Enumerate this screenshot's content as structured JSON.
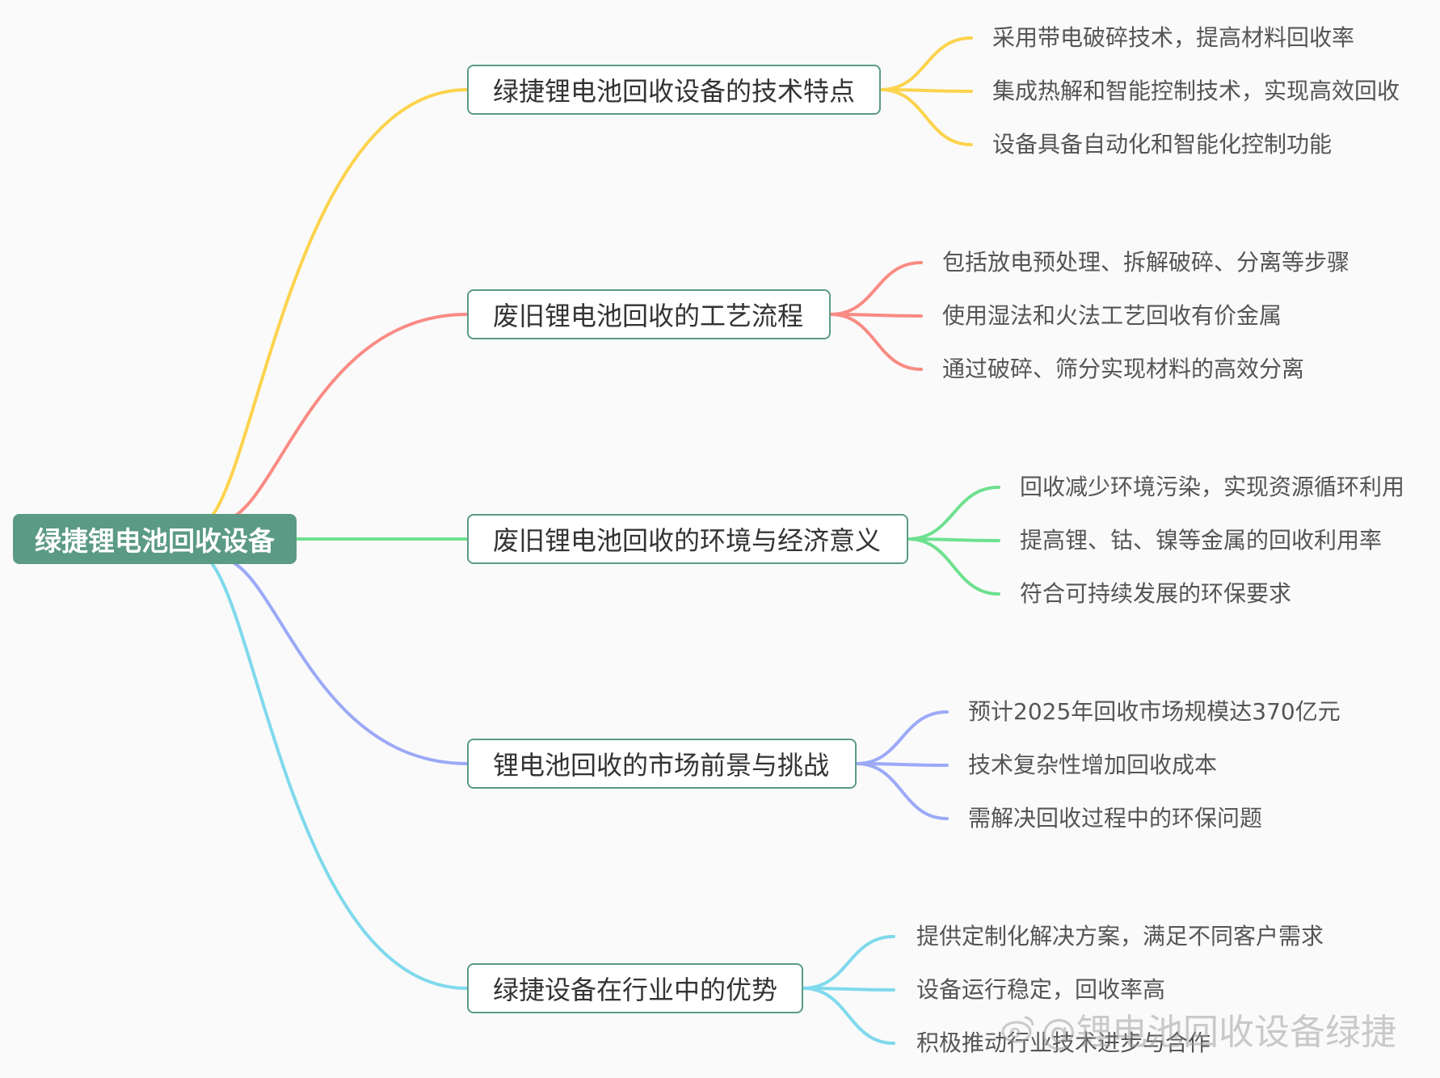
{
  "root": {
    "label": "绿捷锂电池回收设备"
  },
  "branches": [
    {
      "label": "绿捷锂电池回收设备的技术特点",
      "color": "#fcd34d",
      "children": [
        "采用带电破碎技术，提高材料回收率",
        "集成热解和智能控制技术，实现高效回收",
        "设备具备自动化和智能化控制功能"
      ]
    },
    {
      "label": "废旧锂电池回收的工艺流程",
      "color": "#f98b84",
      "children": [
        "包括放电预处理、拆解破碎、分离等步骤",
        "使用湿法和火法工艺回收有价金属",
        "通过破碎、筛分实现材料的高效分离"
      ]
    },
    {
      "label": "废旧锂电池回收的环境与经济意义",
      "color": "#6ee08f",
      "children": [
        "回收减少环境污染，实现资源循环利用",
        "提高锂、钴、镍等金属的回收利用率",
        "符合可持续发展的环保要求"
      ]
    },
    {
      "label": "锂电池回收的市场前景与挑战",
      "color": "#9ba9f7",
      "children": [
        "预计2025年回收市场规模达370亿元",
        "技术复杂性增加回收成本",
        "需解决回收过程中的环保问题"
      ]
    },
    {
      "label": "绿捷设备在行业中的优势",
      "color": "#7fd9ec",
      "children": [
        "提供定制化解决方案，满足不同客户需求",
        "设备运行稳定，回收率高",
        "积极推动行业技术进步与合作"
      ]
    }
  ],
  "watermark": {
    "text": "@锂电池回收设备绿捷"
  }
}
